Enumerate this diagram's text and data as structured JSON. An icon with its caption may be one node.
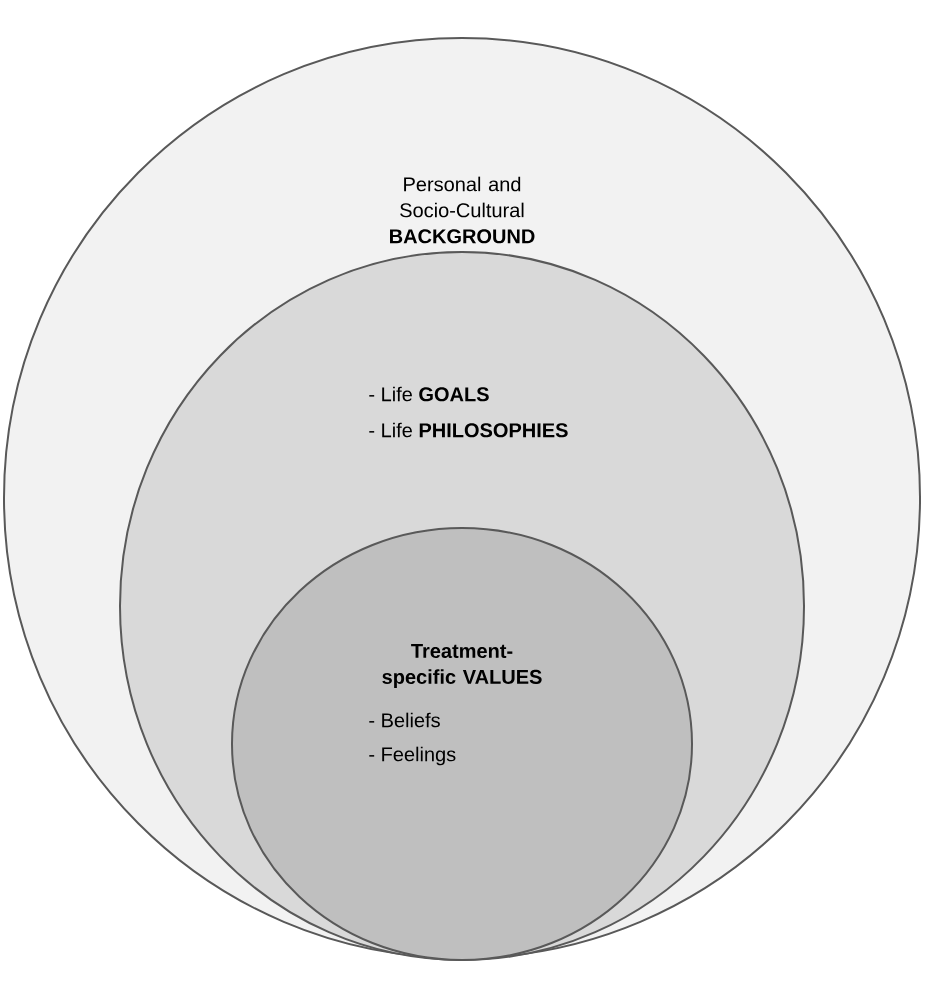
{
  "diagram": {
    "nodes": [
      {
        "text": [
          "Personal and Socio-Cultural **BACKGROUND**"
        ]
      },
      {
        "text": [
          "- Life **GOALS**",
          "- Life **PHILOSOPHIES**"
        ],
        "in": 0
      },
      {
        "text": [
          "Treatment-specific VALUES",
          "- Beliefs",
          "- Feelings"
        ],
        "in": 1
      }
    ]
  }
}
